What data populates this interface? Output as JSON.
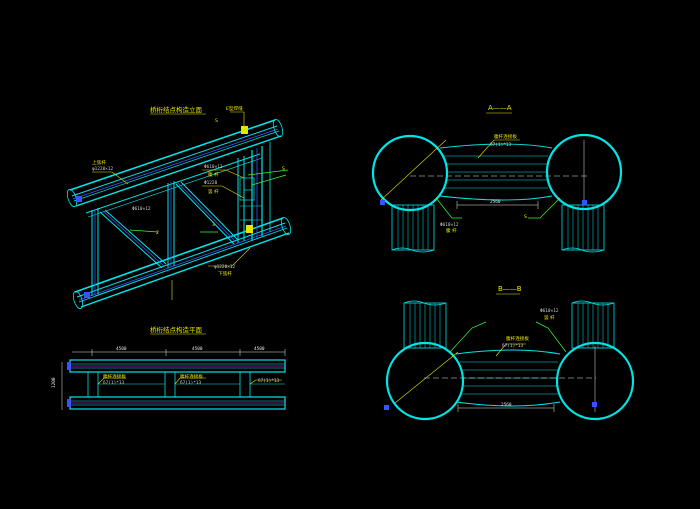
{
  "views": {
    "iso": {
      "title": "桥桁结点构造立面",
      "callout_top": "E型焊缝",
      "callout_left_1": "上弦杆",
      "callout_left_2": "φ1220×12",
      "note_a": "Φ610×12",
      "note_b": "腹 杆",
      "note_c": "Φ1220",
      "note_d": "Φ610×12",
      "note_e": "φ1220×12",
      "note_f": "下弦杆",
      "note_g": "竖 杆",
      "mark_1": "S",
      "mark_2": "2",
      "mark_3": "3",
      "mark_4": "S"
    },
    "plan": {
      "title": "桥桁结点构造平面",
      "dim_1": "4500",
      "dim_2": "4500",
      "dim_3": "4500",
      "dim_left": "1200",
      "label_1": "腹杆连接板",
      "label_1b": "δ7(1)*13",
      "label_2": "腹杆连接板",
      "label_2b": "δ7(1)*13",
      "label_3": "δ7(1)*13"
    },
    "aa": {
      "title": "A——A",
      "label_top": "腹杆连接板",
      "label_top_b": "δ7(1)*13",
      "dim_bottom": "2560",
      "note_1": "Φ610×12",
      "note_2": "腹 杆",
      "mark_1": "S"
    },
    "bb": {
      "title": "B——B",
      "label_top": "Φ610×12",
      "label_top_b": "竖 杆",
      "label_mid": "腹杆连接板",
      "label_mid_b": "δ7(1)*13",
      "dim_bottom": "2560"
    }
  },
  "colors": {
    "background": "#000000",
    "member": "#00e5e5",
    "annotation": "#e6e600",
    "weld": "#33ff33",
    "dimension": "#e6e6e6",
    "hidden": "#3355ff"
  }
}
